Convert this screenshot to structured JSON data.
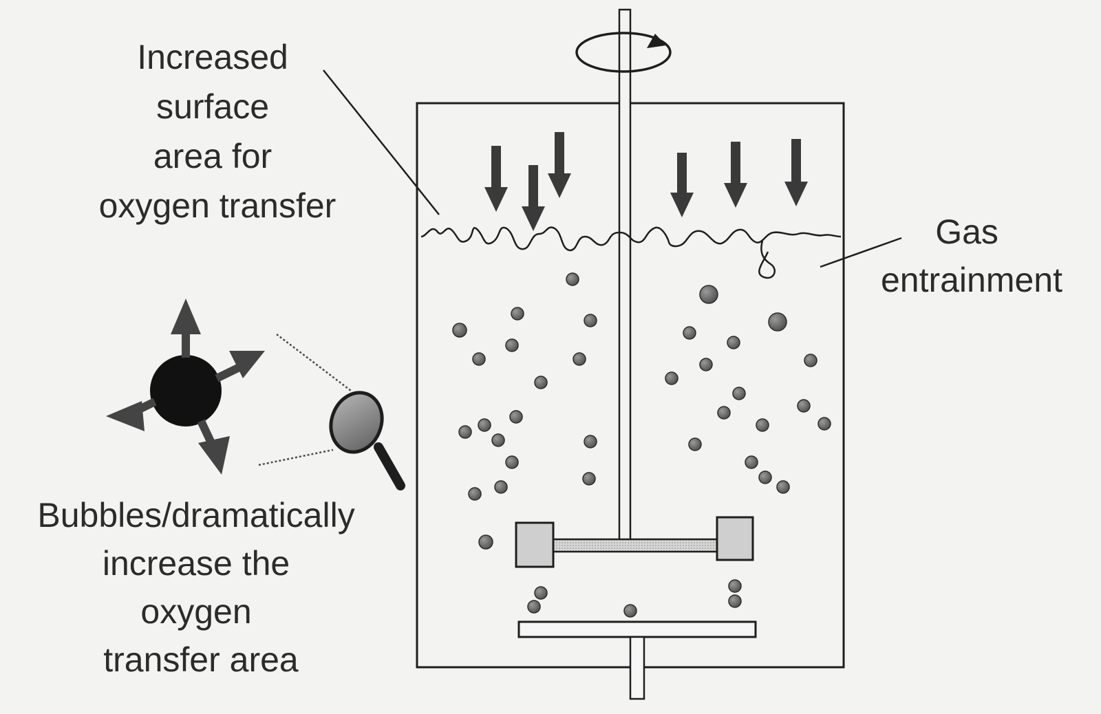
{
  "labels": {
    "surface": [
      "Increased",
      "surface",
      "area for",
      "oxygen transfer"
    ],
    "gas": [
      "Gas",
      "entrainment"
    ],
    "bubbles": [
      "Bubbles/dramatically",
      "increase the",
      "oxygen",
      "transfer area"
    ]
  },
  "icons": {
    "rotation": "rotation-arrow-icon",
    "gas_arrows": "down-arrow-icon",
    "bubble": "bubble-icon",
    "expand": "expanding-bubble-icon",
    "magnifier": "magnifying-glass-icon"
  },
  "colors": {
    "ink": "#1e1e1e",
    "bubble_fill": "#6f6f6f",
    "impeller_fill": "#cfcfcf",
    "background": "#f3f3f1"
  }
}
